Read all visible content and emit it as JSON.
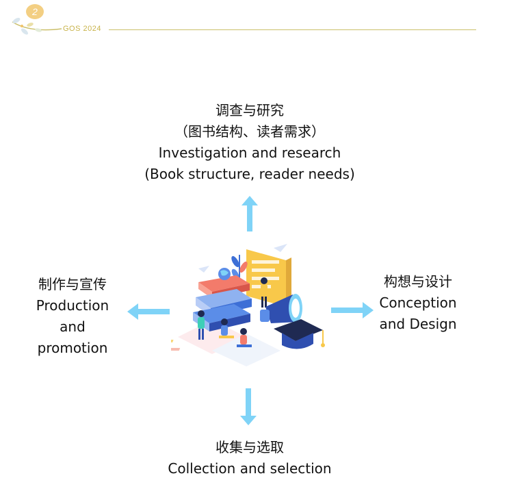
{
  "header": {
    "page_number": "2",
    "doc_code": "GOS 2024"
  },
  "diagram": {
    "top": {
      "zh": "调查与研究",
      "zh_sub": "（图书结构、读者需求）",
      "en": "Investigation and research",
      "en_sub": "(Book structure, reader needs)"
    },
    "left": {
      "zh": "制作与宣传",
      "en_1": "Production",
      "en_2": "and",
      "en_3": "promotion"
    },
    "right": {
      "zh": "构想与设计",
      "en_1": "Conception",
      "en_2": "and Design"
    },
    "bottom": {
      "zh": "收集与选取",
      "en": "Collection and selection"
    }
  },
  "colors": {
    "arrow": "#7fd3f7",
    "accent_gold": "#c8b34a",
    "badge": "#f3cf83"
  },
  "icons": [
    "arrow-up-icon",
    "arrow-left-icon",
    "arrow-right-icon",
    "arrow-down-icon",
    "education-illustration"
  ]
}
